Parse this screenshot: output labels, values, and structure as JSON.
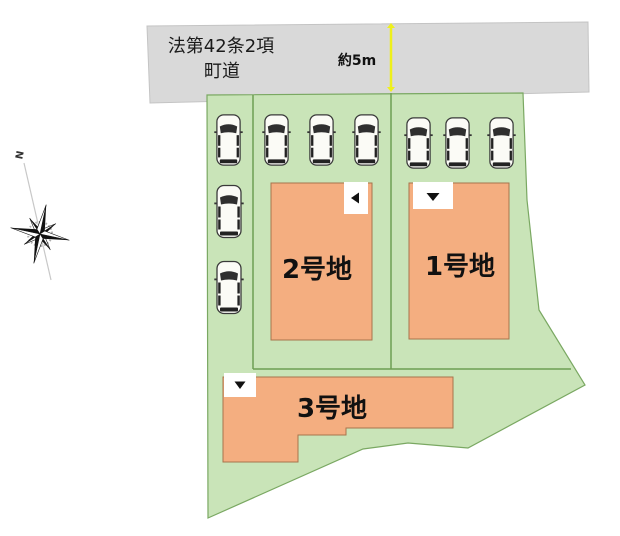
{
  "road": {
    "name_line1": "法第42条2項",
    "name_line2": "町道",
    "width_label": "約5m",
    "width_marker_icon": "yellow-dimension-line",
    "colors": {
      "fill": "#d9d9d9",
      "width_marker": "#eef01c"
    }
  },
  "compass": {
    "north_label": "N",
    "icon": "compass-rose-icon"
  },
  "site": {
    "colors": {
      "land": "#c9e4b8",
      "boundary": "#6e9e52",
      "building": "#f4ae80",
      "building_border": "#a8744c"
    }
  },
  "lots": [
    {
      "id": "2",
      "label": "2号地",
      "entrance_icon": "triangle-left-icon"
    },
    {
      "id": "1",
      "label": "1号地",
      "entrance_icon": "triangle-down-icon"
    },
    {
      "id": "3",
      "label": "3号地",
      "entrance_icon": "triangle-down-icon"
    }
  ],
  "parking": {
    "car_icon": "car-icon",
    "count": 9
  }
}
